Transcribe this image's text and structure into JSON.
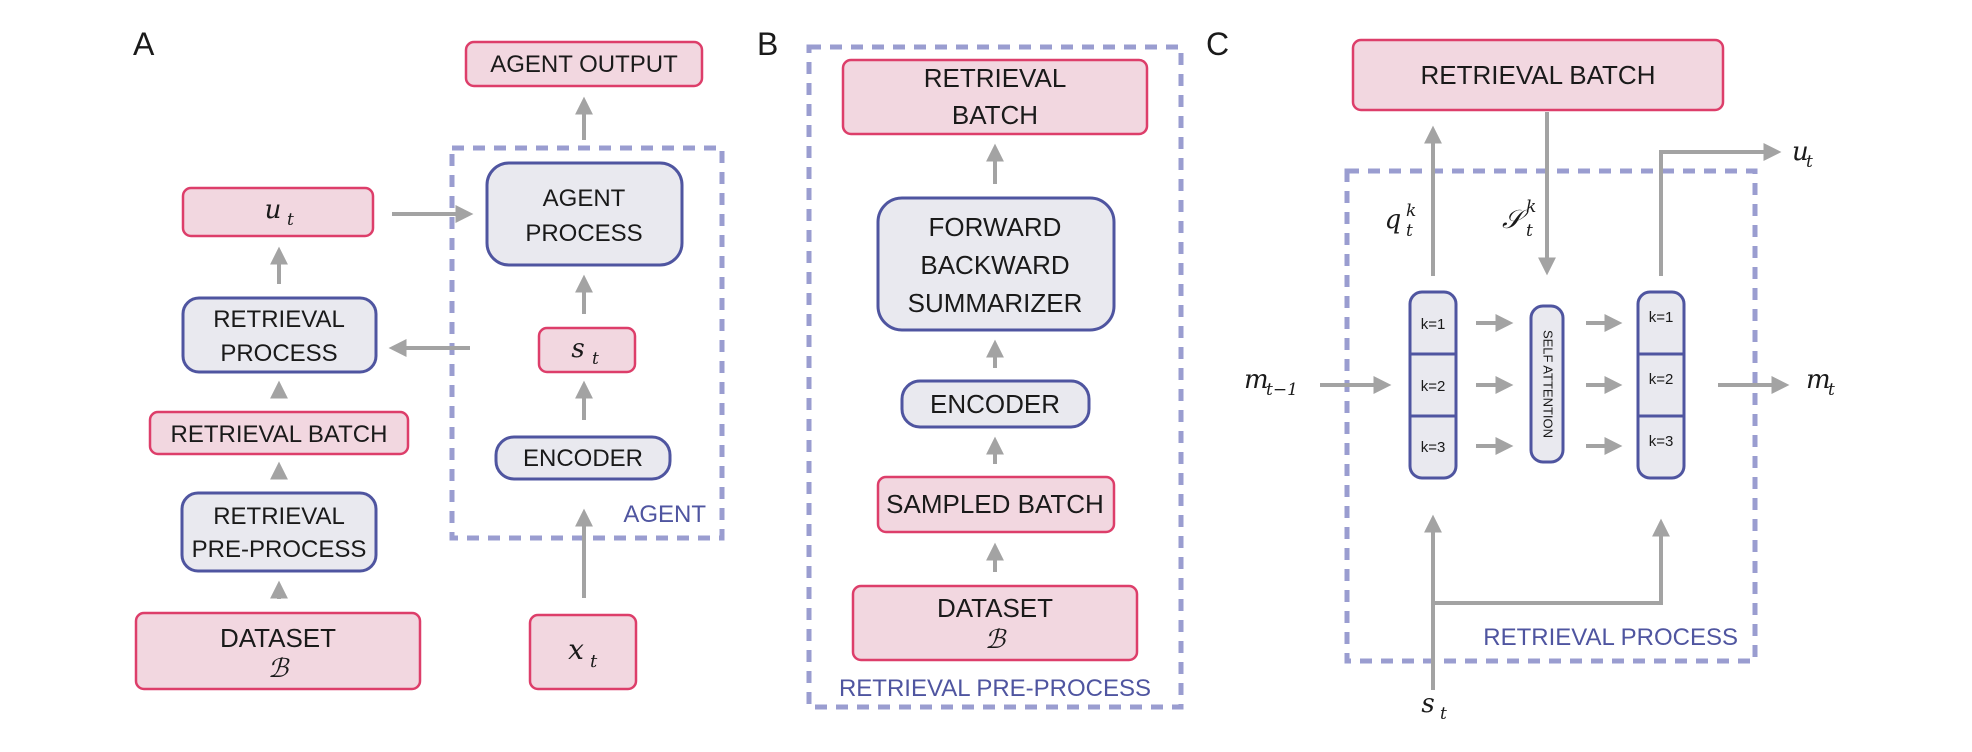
{
  "colors": {
    "pink_fill": "#f2d7e0",
    "pink_stroke": "#dd3e6a",
    "blue_fill": "#e9e9ef",
    "blue_stroke": "#4f55a0",
    "dash": "#9a9dd0",
    "arrow": "#a3a3a3",
    "region_label": "#4f55a0"
  },
  "panels": {
    "a": {
      "letter": "A",
      "agent_output": "AGENT OUTPUT",
      "agent_process": [
        "AGENT",
        "PROCESS"
      ],
      "u_t": "u",
      "u_sub": "t",
      "retrieval_process": [
        "RETRIEVAL",
        "PROCESS"
      ],
      "s_t": "s",
      "s_sub": "t",
      "retrieval_batch": "RETRIEVAL BATCH",
      "encoder": "ENCODER",
      "agent_label": "AGENT",
      "retrieval_preprocess": [
        "RETRIEVAL",
        "PRE-PROCESS"
      ],
      "dataset": "DATASET",
      "dataset_symbol": "ℬ",
      "x_t": "x",
      "x_sub": "t"
    },
    "b": {
      "letter": "B",
      "retrieval_batch": [
        "RETRIEVAL",
        "BATCH"
      ],
      "summarizer": [
        "FORWARD",
        "BACKWARD",
        "SUMMARIZER"
      ],
      "encoder": "ENCODER",
      "sampled_batch": "SAMPLED BATCH",
      "dataset": "DATASET",
      "dataset_symbol": "ℬ",
      "region_label": "RETRIEVAL PRE-PROCESS"
    },
    "c": {
      "letter": "C",
      "retrieval_batch": "RETRIEVAL BATCH",
      "q_label": "q",
      "q_sub": "t",
      "q_sup": "k",
      "s_label": "𝒮",
      "s_sub": "t",
      "s_sup": "k",
      "u_label": "u",
      "u_sub": "t",
      "m_prev": "m",
      "m_prev_sub": "t−1",
      "m_next": "m",
      "m_next_sub": "t",
      "s_in": "s",
      "s_in_sub": "t",
      "slots_left": [
        "k=1",
        "k=2",
        "k=3"
      ],
      "slots_right": [
        "k=1",
        "k=2",
        "k=3"
      ],
      "self_attention": "SELF ATTENTION",
      "region_label": "RETRIEVAL PROCESS"
    }
  }
}
